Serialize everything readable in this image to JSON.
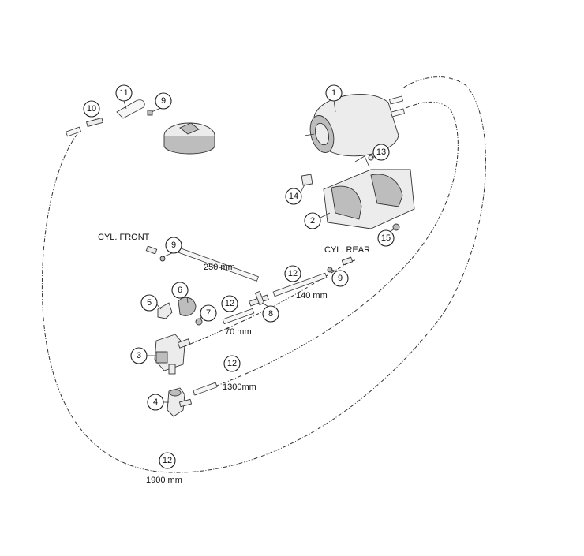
{
  "callouts": [
    {
      "n": "1"
    },
    {
      "n": "2"
    },
    {
      "n": "3"
    },
    {
      "n": "4"
    },
    {
      "n": "5"
    },
    {
      "n": "6"
    },
    {
      "n": "7"
    },
    {
      "n": "8"
    },
    {
      "n": "9"
    },
    {
      "n": "9"
    },
    {
      "n": "9"
    },
    {
      "n": "10"
    },
    {
      "n": "11"
    },
    {
      "n": "12"
    },
    {
      "n": "12"
    },
    {
      "n": "12"
    },
    {
      "n": "12"
    },
    {
      "n": "13"
    },
    {
      "n": "14"
    },
    {
      "n": "15"
    }
  ],
  "labels": {
    "cyl_front": "CYL. FRONT",
    "cyl_rear": "CYL. REAR",
    "len_250": "250 mm",
    "len_140": "140 mm",
    "len_70": "70 mm",
    "len_1300": "1300mm",
    "len_1900": "1900 mm"
  }
}
